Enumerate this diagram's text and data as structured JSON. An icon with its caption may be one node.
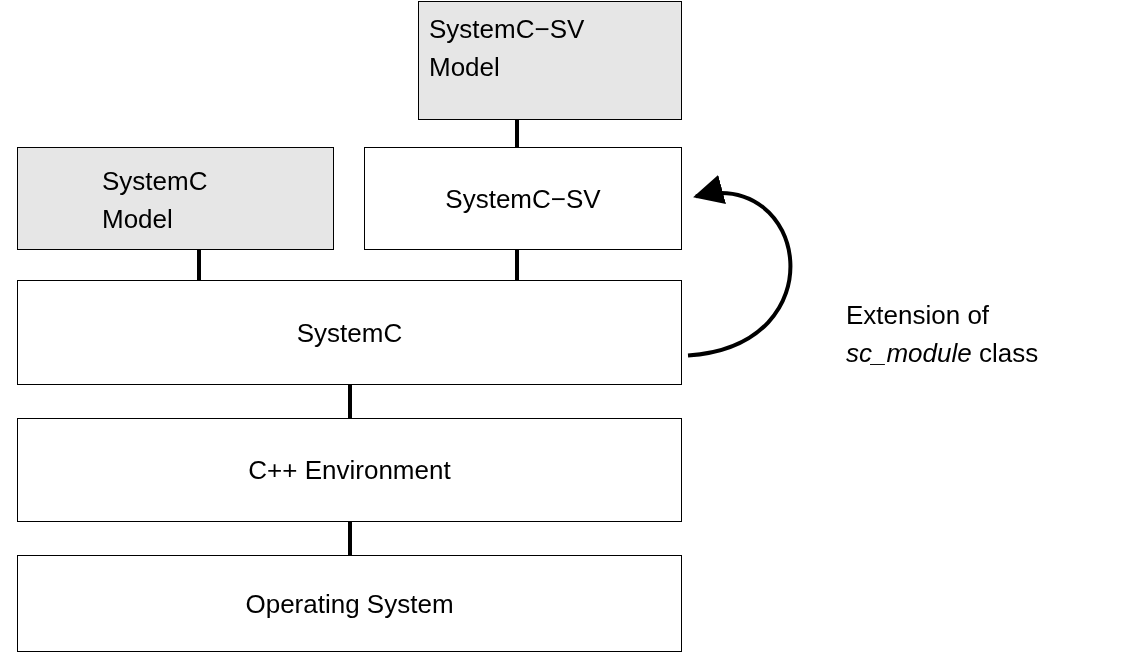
{
  "diagram": {
    "nodes": [
      {
        "text": [
          "SystemC−SV Model"
        ]
      },
      {
        "text": [
          "SystemC Model"
        ]
      },
      {
        "text": [
          "SystemC−SV"
        ]
      },
      {
        "text": [
          "SystemC"
        ]
      },
      {
        "text": [
          "C++ Environment"
        ]
      },
      {
        "text": [
          "Operating System"
        ]
      }
    ],
    "edges": [
      {
        "from": 0,
        "to": 2,
        "arrow": "none"
      },
      {
        "from": 1,
        "to": 3,
        "arrow": "none"
      },
      {
        "from": 2,
        "to": 3,
        "arrow": "none"
      },
      {
        "from": 3,
        "to": 4,
        "arrow": "none"
      },
      {
        "from": 4,
        "to": 5,
        "arrow": "none"
      },
      {
        "from": 3,
        "to": 2,
        "arrow": "to",
        "label": "Extension of *sc_module* class"
      }
    ]
  }
}
